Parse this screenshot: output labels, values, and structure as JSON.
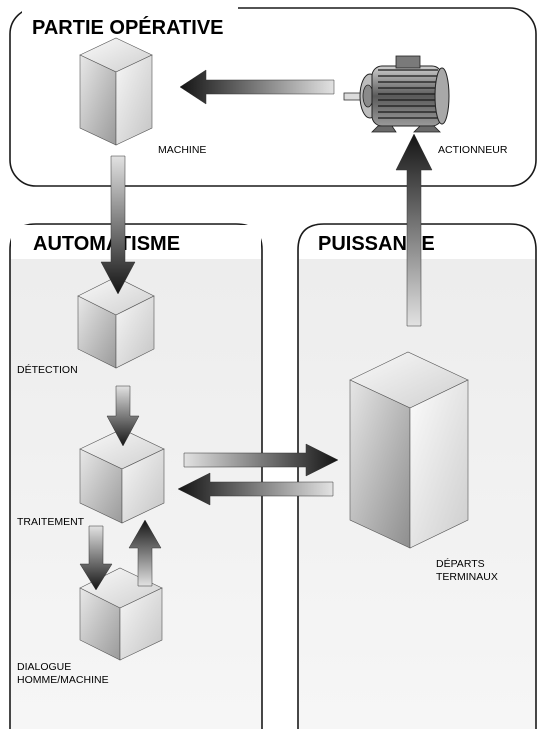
{
  "panels": {
    "operative": {
      "title": "PARTIE OPÉRATIVE"
    },
    "automatisme": {
      "title": "AUTOMATISME"
    },
    "puissance": {
      "title": "PUISSANCE"
    }
  },
  "components": {
    "machine": {
      "label": "MACHINE"
    },
    "actionneur": {
      "label": "ACTIONNEUR"
    },
    "detection": {
      "label": "DÉTECTION"
    },
    "traitement": {
      "label": "TRAITEMENT"
    },
    "dialogue": {
      "label_line1": "DIALOGUE",
      "label_line2": "HOMME/MACHINE"
    },
    "departs": {
      "label_line1": "DÉPARTS",
      "label_line2": "TERMINAUX"
    }
  },
  "colors": {
    "panel_stroke": "#1a1a1a",
    "panel_fill_gray": "#f0f0f0",
    "cube_light": "#e6e6e6",
    "cube_dark": "#888888",
    "arrow_dark": "#1e1e1e",
    "arrow_light": "#d8d8d8"
  },
  "icons": {
    "motor": "electric-motor-icon"
  }
}
